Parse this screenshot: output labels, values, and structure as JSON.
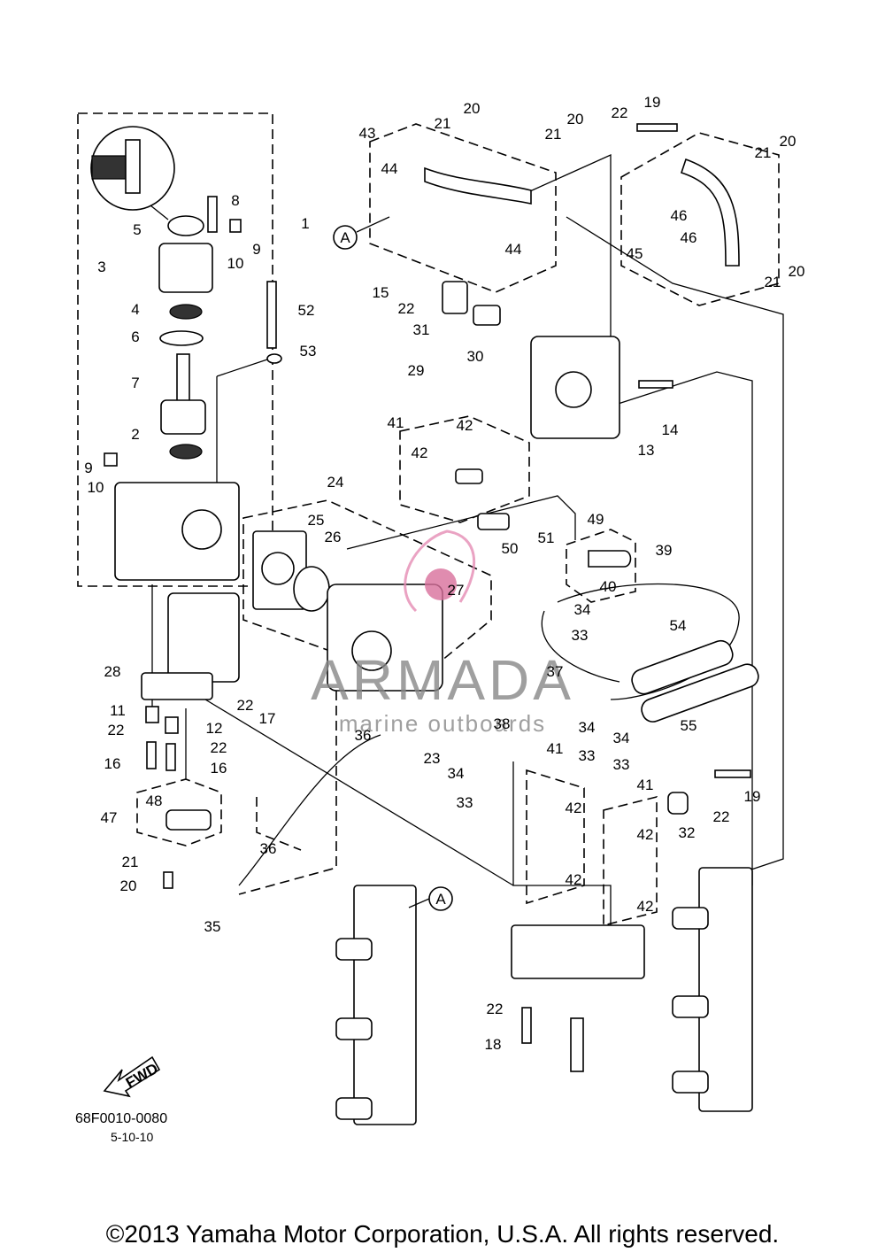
{
  "diagram": {
    "drawing_code": "68F0010-0080",
    "drawing_date": "5-10-10",
    "copyright": "©2013 Yamaha Motor Corporation, U.S.A. All rights reserved.",
    "fwd_label": "FWD",
    "reference_marker": "A",
    "watermark": {
      "brand": "ARMADA",
      "tagline": "marine outboards",
      "colors": {
        "brand": "#888888",
        "accent": "#e58cb4",
        "dot": "#d9709c"
      }
    }
  },
  "callouts": [
    "1",
    "2",
    "3",
    "4",
    "5",
    "6",
    "7",
    "8",
    "9",
    "10",
    "11",
    "12",
    "13",
    "14",
    "15",
    "16",
    "17",
    "18",
    "19",
    "20",
    "21",
    "22",
    "23",
    "24",
    "25",
    "26",
    "27",
    "28",
    "29",
    "30",
    "31",
    "32",
    "33",
    "34",
    "35",
    "36",
    "37",
    "38",
    "39",
    "40",
    "41",
    "42",
    "43",
    "44",
    "45",
    "46",
    "47",
    "48",
    "49",
    "50",
    "51",
    "52",
    "53",
    "54",
    "55"
  ]
}
